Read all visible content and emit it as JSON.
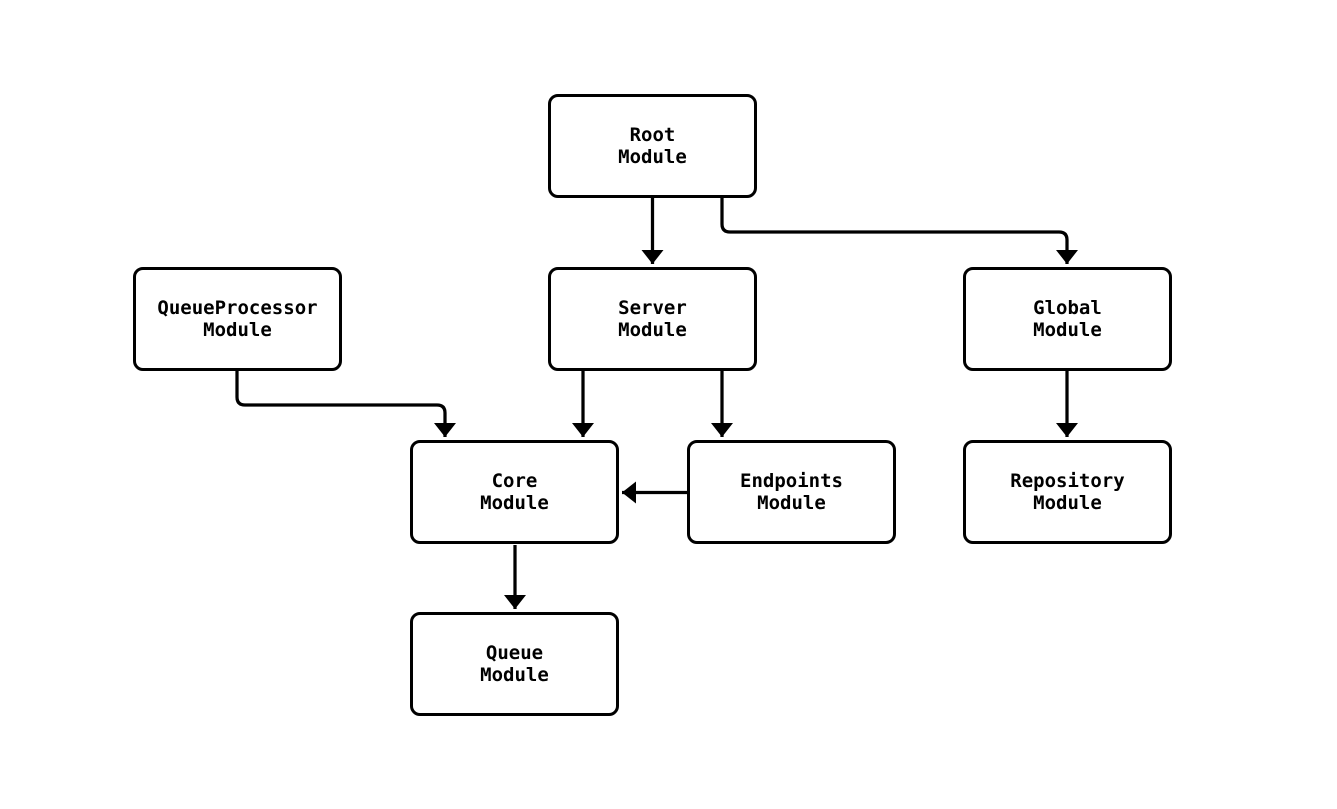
{
  "diagram": {
    "type": "module-dependency-flowchart",
    "colors": {
      "background": "#ffffff",
      "node_fill": "#ffffff",
      "node_border": "#000000",
      "edge_stroke": "#000000",
      "text": "#000000"
    },
    "nodes": [
      {
        "id": "root",
        "label": "Root\nModule"
      },
      {
        "id": "queueprocessor",
        "label": "QueueProcessor\nModule"
      },
      {
        "id": "server",
        "label": "Server\nModule"
      },
      {
        "id": "global",
        "label": "Global\nModule"
      },
      {
        "id": "core",
        "label": "Core\nModule"
      },
      {
        "id": "endpoints",
        "label": "Endpoints\nModule"
      },
      {
        "id": "repository",
        "label": "Repository\nModule"
      },
      {
        "id": "queue",
        "label": "Queue\nModule"
      }
    ],
    "edges": [
      {
        "from": "root",
        "to": "server"
      },
      {
        "from": "root",
        "to": "global"
      },
      {
        "from": "queueprocessor",
        "to": "core"
      },
      {
        "from": "server",
        "to": "core"
      },
      {
        "from": "server",
        "to": "endpoints"
      },
      {
        "from": "endpoints",
        "to": "core"
      },
      {
        "from": "global",
        "to": "repository"
      },
      {
        "from": "core",
        "to": "queue"
      }
    ]
  }
}
